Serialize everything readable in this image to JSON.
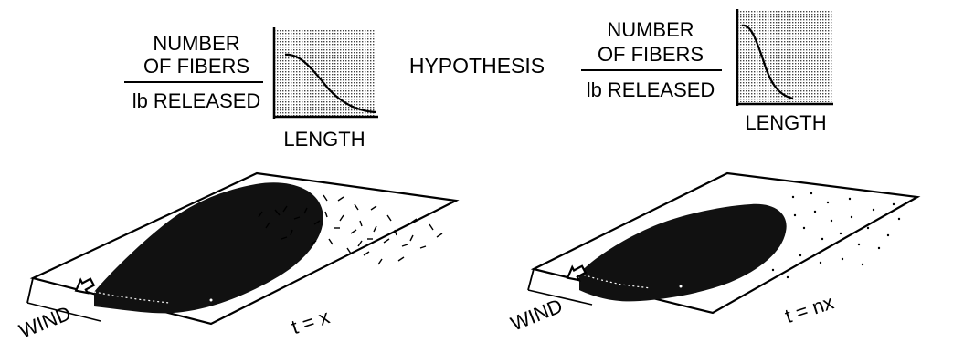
{
  "left_panel": {
    "y_label_line1": "NUMBER",
    "y_label_line2": "OF FIBERS",
    "y_label_line3": "lb RELEASED",
    "x_label": "LENGTH",
    "time_label": "t = x",
    "wind_label": "WIND"
  },
  "center_label": "HYPOTHESIS",
  "right_panel": {
    "y_label_line1": "NUMBER",
    "y_label_line2": "OF FIBERS",
    "y_label_line3": "lb RELEASED",
    "x_label": "LENGTH",
    "time_label": "t = nx",
    "wind_label": "WIND"
  }
}
